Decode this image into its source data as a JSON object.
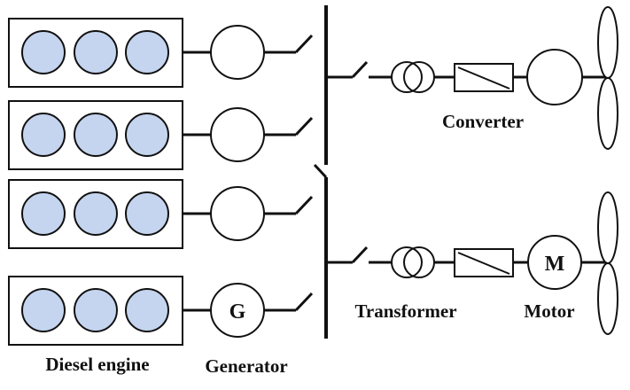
{
  "labels": {
    "diesel_engine": "Diesel engine",
    "generator": "Generator",
    "transformer": "Transformer",
    "converter": "Converter",
    "motor": "Motor"
  },
  "symbols": {
    "generator_letter": "G",
    "motor_letter": "M"
  },
  "colors": {
    "cylinder_fill": "#c5d5ef",
    "stroke": "#111111"
  }
}
